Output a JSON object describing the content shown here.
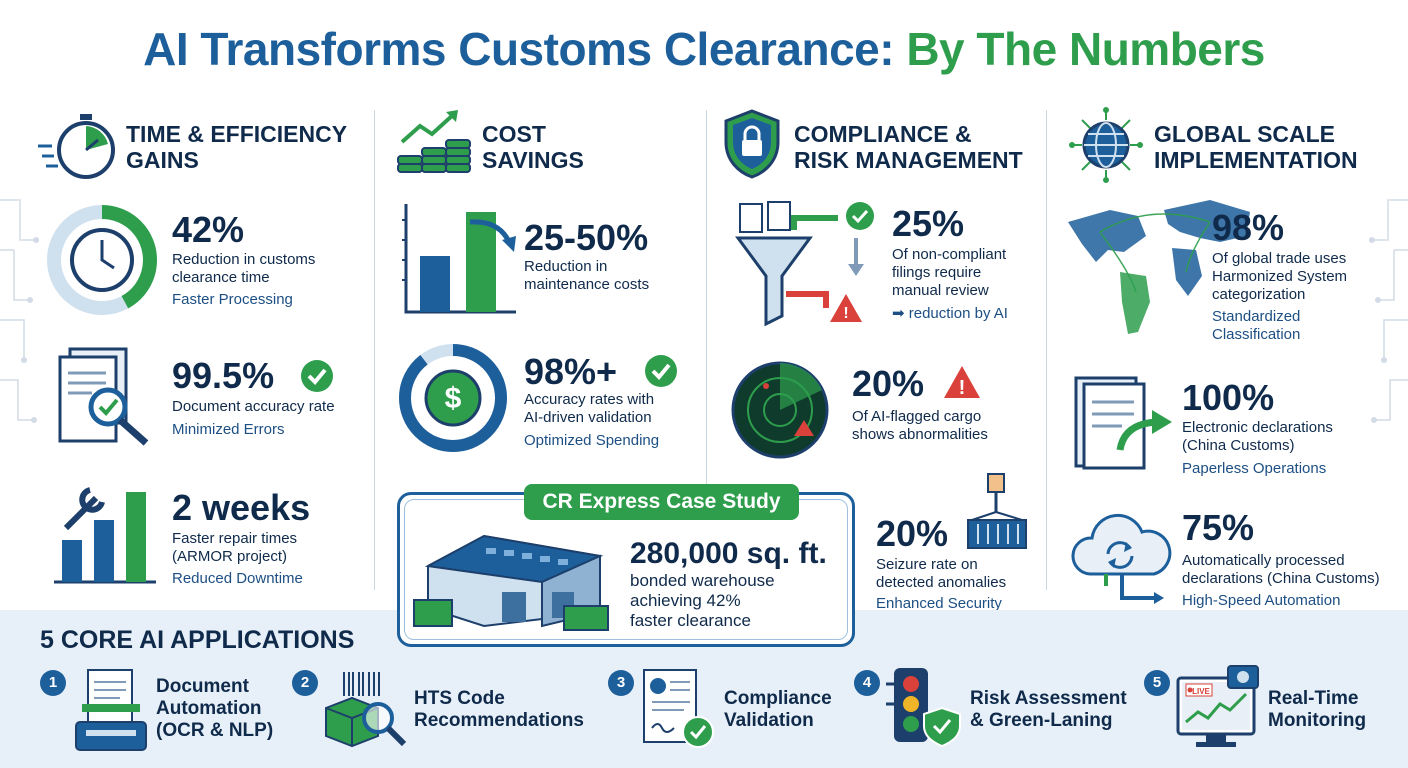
{
  "title": {
    "part1": "AI Transforms Customs Clearance:",
    "part2": "By The Numbers"
  },
  "colors": {
    "blue": "#1d5f9b",
    "green": "#2e9e4d",
    "navy": "#0f2a4a",
    "red": "#d9413a"
  },
  "sections": [
    {
      "heading": [
        "TIME & EFFICIENCY",
        "GAINS"
      ],
      "icon": "stopwatch-icon",
      "stats": [
        {
          "value": "42%",
          "desc": [
            "Reduction in customs",
            "clearance time"
          ],
          "tag": "Faster Processing",
          "icon": "clock-ring-icon",
          "ring_fraction": 0.42
        },
        {
          "value": "99.5%",
          "desc": [
            "Document accuracy rate"
          ],
          "tag": "Minimized Errors",
          "icon": "document-magnifier-icon"
        },
        {
          "value": "2 weeks",
          "desc": [
            "Faster repair times",
            "(ARMOR project)"
          ],
          "tag": "Reduced Downtime",
          "icon": "wrench-bars-icon"
        }
      ]
    },
    {
      "heading": [
        "COST",
        "SAVINGS"
      ],
      "icon": "coins-growth-icon",
      "stats": [
        {
          "value": "25-50%",
          "desc": [
            "Reduction in",
            "maintenance costs"
          ],
          "tag": "",
          "icon": "bar-chart-icon"
        },
        {
          "value": "98%+",
          "desc": [
            "Accuracy rates with",
            "AI-driven validation"
          ],
          "tag": "Optimized Spending",
          "icon": "dollar-ring-icon"
        }
      ]
    },
    {
      "heading": [
        "COMPLIANCE &",
        "RISK MANAGEMENT"
      ],
      "icon": "shield-lock-icon",
      "stats": [
        {
          "value": "25%",
          "desc": [
            "Of non-compliant",
            "filings require",
            "manual review"
          ],
          "tag": "➡ reduction by AI",
          "icon": "filter-funnel-icon"
        },
        {
          "value": "20%",
          "desc": [
            "Of AI-flagged cargo",
            "shows abnormalities"
          ],
          "tag": "",
          "icon": "radar-icon"
        },
        {
          "value": "20%",
          "desc": [
            "Seizure rate on",
            "detected anomalies"
          ],
          "tag": "Enhanced Security",
          "icon": "container-hook-icon"
        }
      ]
    },
    {
      "heading": [
        "GLOBAL SCALE",
        "IMPLEMENTATION"
      ],
      "icon": "globe-network-icon",
      "stats": [
        {
          "value": "98%",
          "desc": [
            "Of global trade uses",
            "Harmonized System",
            "categorization"
          ],
          "tag": "Standardized\nClassification",
          "icon": "world-map-icon"
        },
        {
          "value": "100%",
          "desc": [
            "Electronic declarations",
            "(China Customs)"
          ],
          "tag": "Paperless Operations",
          "icon": "document-arrow-icon"
        },
        {
          "value": "75%",
          "desc": [
            "Automatically processed",
            "declarations (China Customs)"
          ],
          "tag": "High-Speed Automation",
          "icon": "cloud-sync-icon"
        }
      ]
    }
  ],
  "case_study": {
    "label": "CR Express Case Study",
    "value": "280,000 sq. ft.",
    "desc": [
      "bonded warehouse",
      "achieving 42%",
      "faster clearance"
    ],
    "icon": "warehouse-icon"
  },
  "applications": {
    "title": "5 CORE AI APPLICATIONS",
    "items": [
      {
        "num": "1",
        "label": [
          "Document",
          "Automation",
          "(OCR & NLP)"
        ],
        "icon": "scanner-icon"
      },
      {
        "num": "2",
        "label": [
          "HTS Code",
          "Recommendations"
        ],
        "icon": "barcode-box-icon"
      },
      {
        "num": "3",
        "label": [
          "Compliance",
          "Validation"
        ],
        "icon": "certificate-check-icon"
      },
      {
        "num": "4",
        "label": [
          "Risk Assessment",
          "& Green-Laning"
        ],
        "icon": "traffic-light-icon"
      },
      {
        "num": "5",
        "label": [
          "Real-Time",
          "Monitoring"
        ],
        "icon": "live-monitor-icon",
        "badge": "LIVE"
      }
    ]
  }
}
